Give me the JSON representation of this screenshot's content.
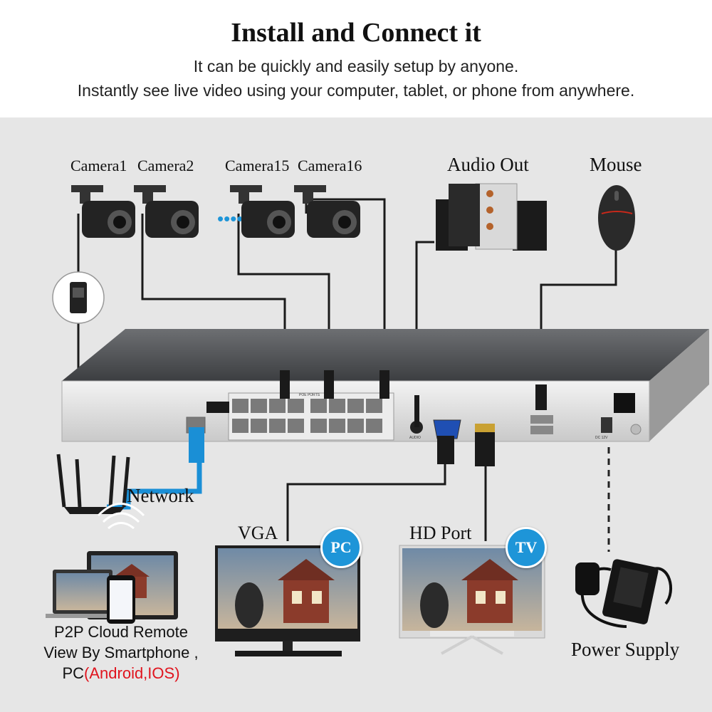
{
  "header": {
    "title": "Install and Connect it",
    "line1": "It can be quickly and easily setup by anyone.",
    "line2": "Instantly see live video using your computer, tablet, or phone from anywhere."
  },
  "devices": {
    "camera1": "Camera1",
    "camera2": "Camera2",
    "camera15": "Camera15",
    "camera16": "Camera16",
    "audio_out": "Audio Out",
    "mouse": "Mouse",
    "network": "Network",
    "vga": "VGA",
    "hd_port": "HD Port",
    "power_supply": "Power Supply"
  },
  "badges": {
    "pc": "PC",
    "tv": "TV"
  },
  "p2p": {
    "line1": "P2P Cloud Remote",
    "line2": "View By Smartphone ,",
    "line3_prefix": "PC",
    "line3_highlight": "(Android,IOS)"
  },
  "nvr_labels": {
    "poe_ports": "POE PORTS",
    "audio": "AUDIO",
    "dc": "DC 12V"
  },
  "colors": {
    "accent_blue": "#1e95d8",
    "highlight_red": "#e0141e",
    "cable_blue": "#1a8fd6"
  }
}
